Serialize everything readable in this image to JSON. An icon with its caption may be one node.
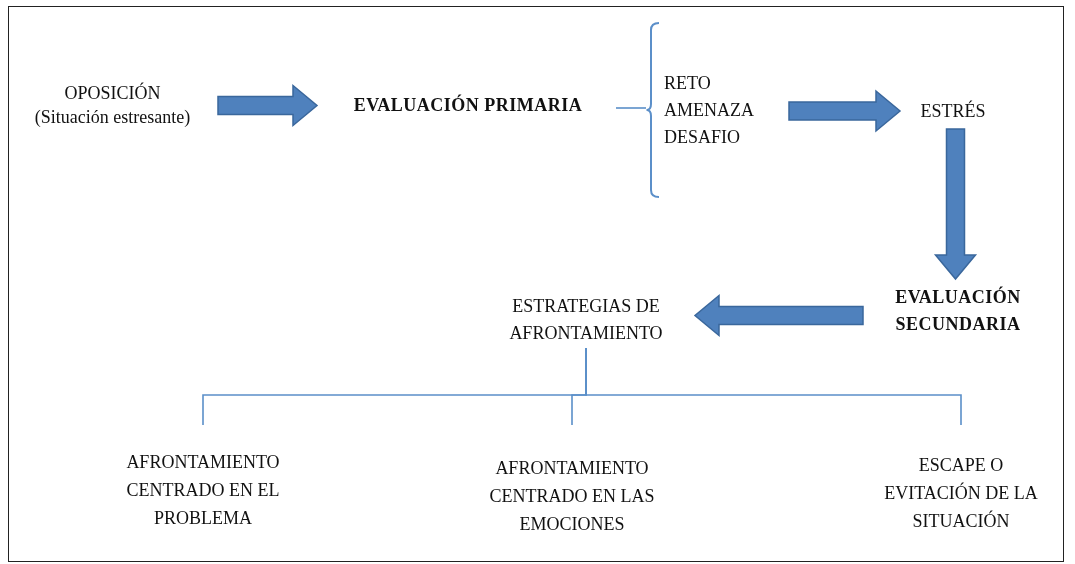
{
  "diagram": {
    "nodes": [
      {
        "text": [
          "OPOSICIÓN",
          "(Situación estresante)"
        ]
      },
      {
        "text": [
          "EVALUACIÓN PRIMARIA"
        ]
      },
      {
        "text": [
          "RETO",
          "AMENAZA",
          "DESAFIO"
        ]
      },
      {
        "text": [
          "ESTRÉS"
        ]
      },
      {
        "text": [
          "EVALUACIÓN SECUNDARIA"
        ]
      },
      {
        "text": [
          "ESTRATEGIAS DE AFRONTAMIENTO"
        ]
      },
      {
        "text": [
          "AFRONTAMIENTO CENTRADO EN EL PROBLEMA"
        ]
      },
      {
        "text": [
          "AFRONTAMIENTO CENTRADO EN LAS EMOCIONES"
        ]
      },
      {
        "text": [
          "ESCAPE O EVITACIÓN DE LA SITUACIÓN"
        ]
      }
    ],
    "edges": [
      {
        "from": 0,
        "to": 1,
        "arrow": "to",
        "style": "thick"
      },
      {
        "from": 1,
        "to": 2,
        "arrow": "none"
      },
      {
        "from": 2,
        "to": 3,
        "arrow": "to",
        "style": "thick"
      },
      {
        "from": 3,
        "to": 4,
        "arrow": "to",
        "style": "thick"
      },
      {
        "from": 4,
        "to": 5,
        "arrow": "to",
        "style": "thick"
      },
      {
        "from": 5,
        "to": 6,
        "arrow": "none"
      },
      {
        "from": 5,
        "to": 7,
        "arrow": "none"
      },
      {
        "from": 5,
        "to": 8,
        "arrow": "none"
      }
    ]
  }
}
